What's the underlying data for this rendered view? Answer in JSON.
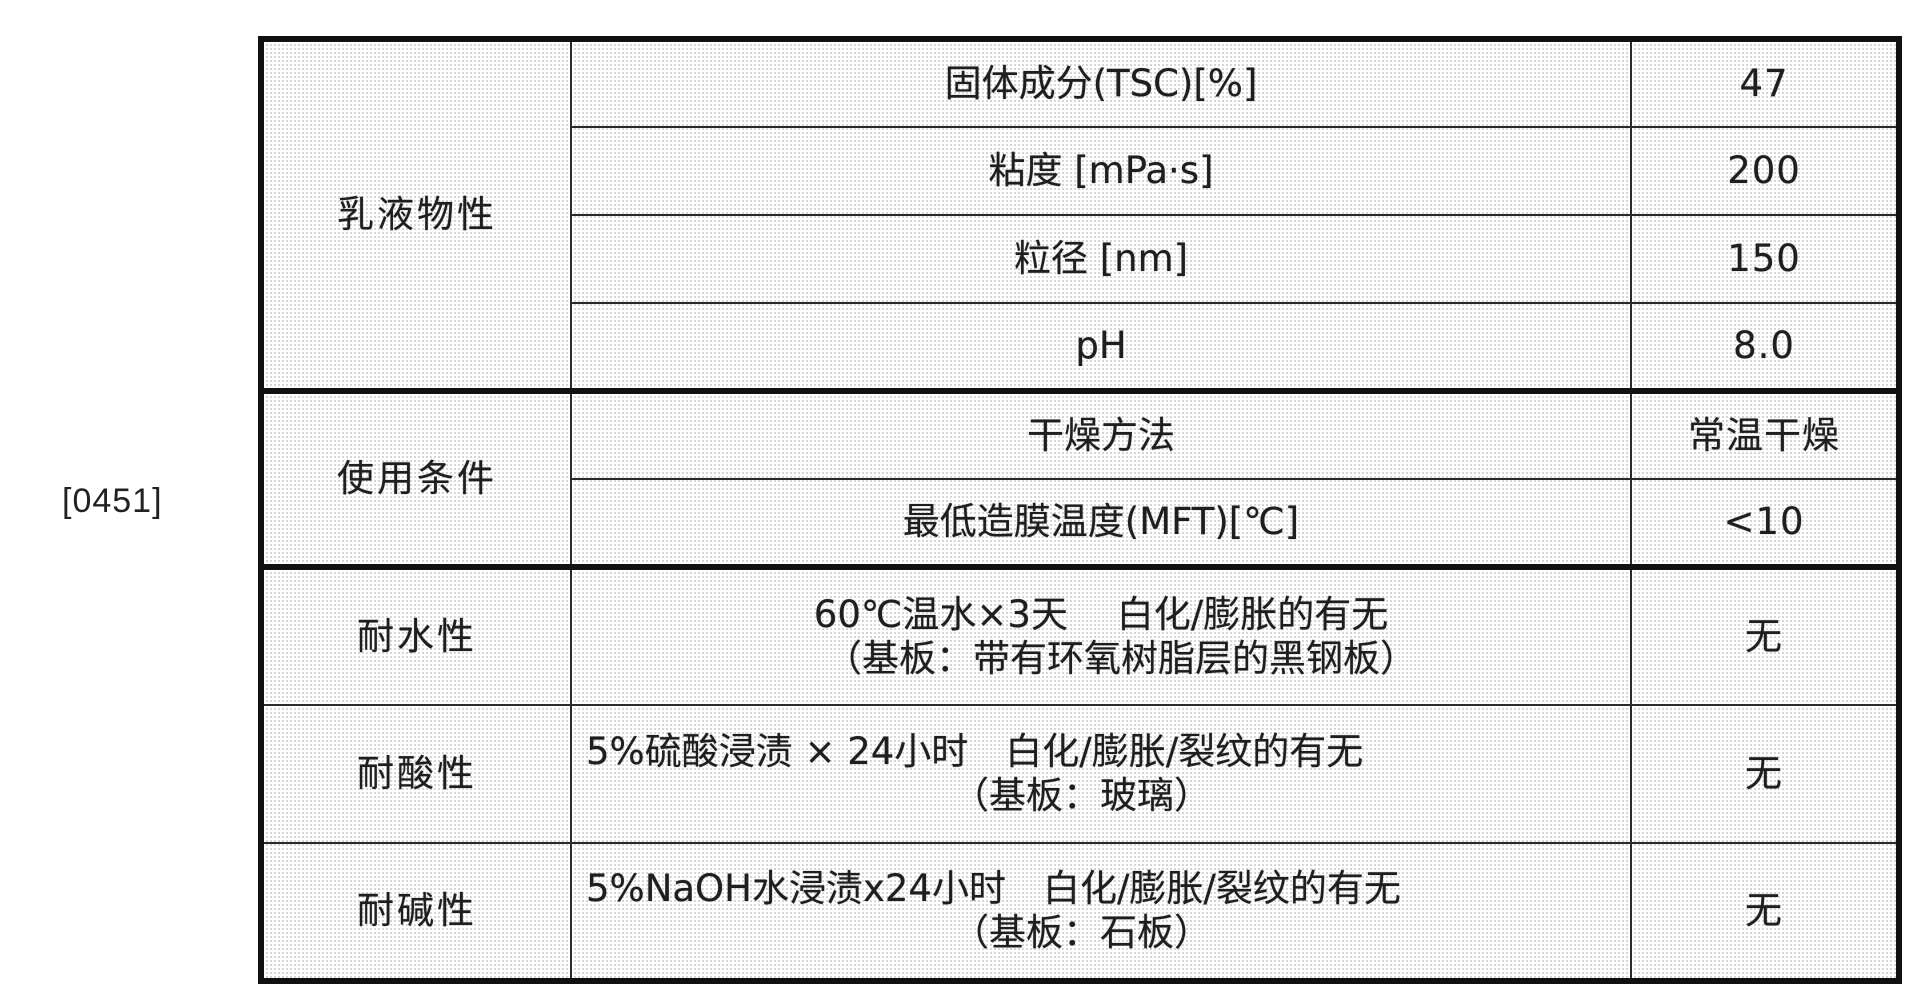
{
  "paragraph_number": "[0451]",
  "groups": [
    {
      "label": "乳液物性",
      "rows": [
        {
          "item": "固体成分(TSC)[%]",
          "value": "47"
        },
        {
          "item": "粘度 [mPa·s]",
          "value": "200"
        },
        {
          "item": "粒径 [nm]",
          "value": "150"
        },
        {
          "item": "pH",
          "value": "8.0"
        }
      ]
    },
    {
      "label": "使用条件",
      "rows": [
        {
          "item": "干燥方法",
          "value": "常温干燥"
        },
        {
          "item": "最低造膜温度(MFT)[℃]",
          "value": "<10"
        }
      ]
    },
    {
      "label": "耐水性",
      "item_line1": "60℃温水×3天　 白化/膨胀的有无",
      "item_line2": "（基板：带有环氧树脂层的黑钢板）",
      "value": "无"
    },
    {
      "label": "耐酸性",
      "item_line1": "5%硫酸浸渍 × 24小时　白化/膨胀/裂纹的有无",
      "item_line2": "（基板：玻璃）",
      "value": "无"
    },
    {
      "label": "耐碱性",
      "item_line1": "5%NaOH水浸渍x24小时　白化/膨胀/裂纹的有无",
      "item_line2": "（基板：石板）",
      "value": "无"
    }
  ]
}
